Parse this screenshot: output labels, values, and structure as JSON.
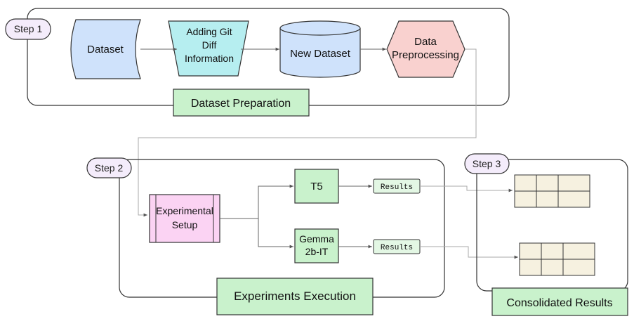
{
  "step1": {
    "badge": "Step 1",
    "section_label": "Dataset Preparation",
    "nodes": {
      "dataset": "Dataset",
      "git_diff": [
        "Adding  Git",
        "Diff",
        "Information"
      ],
      "new_dataset": "New Dataset",
      "preprocessing": [
        "Data",
        "Preprocessing"
      ]
    }
  },
  "step2": {
    "badge": "Step 2",
    "section_label": "Experiments Execution",
    "nodes": {
      "experimental_setup": [
        "Experimental",
        "Setup"
      ],
      "t5": "T5",
      "gemma": [
        "Gemma",
        "2b-IT"
      ],
      "results_top": "Results",
      "results_bottom": "Results"
    }
  },
  "step3": {
    "badge": "Step 3",
    "section_label": "Consolidated Results"
  },
  "colors": {
    "blue_fill": "#cfe2fb",
    "teal_fill": "#b6eef0",
    "pink_fill": "#f9d1cf",
    "magenta_fill": "#fbd3f3",
    "green_fill": "#c9f2cc",
    "table_fill": "#f6f1e0",
    "badge_fill": "#f4ecfb",
    "stroke": "#333333",
    "connector": "#999999"
  }
}
